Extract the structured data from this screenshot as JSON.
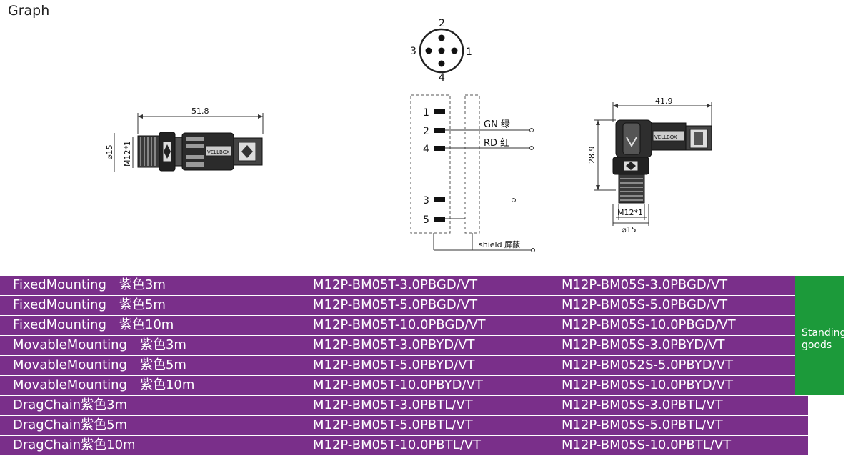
{
  "header": {
    "title": "Graph"
  },
  "pinout": {
    "pins": [
      "2",
      "3",
      "1",
      "4"
    ]
  },
  "straight_connector": {
    "length_label": "51.8",
    "diameter_label": "⌀15",
    "thread_label": "M12*1",
    "brand": "VELLBOX"
  },
  "wiring": {
    "pins": [
      "1",
      "2",
      "4",
      "3",
      "5"
    ],
    "wire_labels": [
      "GN 绿",
      "RD 红"
    ],
    "shield_label": "shield 屏蔽"
  },
  "angled_connector": {
    "width_label": "41.9",
    "height_label": "28.9",
    "thread_label": "M12*1",
    "diameter_label": "⌀15",
    "brand": "VELLBOX"
  },
  "table": {
    "rows": [
      [
        "FixedMounting　紫色3m",
        "M12P-BM05T-3.0PBGD/VT",
        "M12P-BM05S-3.0PBGD/VT"
      ],
      [
        "FixedMounting　紫色5m",
        "M12P-BM05T-5.0PBGD/VT",
        "M12P-BM05S-5.0PBGD/VT"
      ],
      [
        "FixedMounting　紫色10m",
        "M12P-BM05T-10.0PBGD/VT",
        "M12P-BM05S-10.0PBGD/VT"
      ],
      [
        "MovableMounting　紫色3m",
        "M12P-BM05T-3.0PBYD/VT",
        "M12P-BM05S-3.0PBYD/VT"
      ],
      [
        "MovableMounting　紫色5m",
        "M12P-BM05T-5.0PBYD/VT",
        "M12P-BM052S-5.0PBYD/VT"
      ],
      [
        "MovableMounting　紫色10m",
        "M12P-BM05T-10.0PBYD/VT",
        "M12P-BM05S-10.0PBYD/VT"
      ],
      [
        "DragChain紫色3m",
        "M12P-BM05T-3.0PBTL/VT",
        "M12P-BM05S-3.0PBTL/VT"
      ],
      [
        "DragChain紫色5m",
        "M12P-BM05T-5.0PBTL/VT",
        "M12P-BM05S-5.0PBTL/VT"
      ],
      [
        "DragChain紫色10m",
        "M12P-BM05T-10.0PBTL/VT",
        "M12P-BM05S-10.0PBTL/VT"
      ]
    ],
    "stock_line1": "Standing",
    "stock_line2": "goods"
  },
  "colors": {
    "table_bg": "#7a2f8a",
    "stock_bg": "#1c9a3a"
  }
}
